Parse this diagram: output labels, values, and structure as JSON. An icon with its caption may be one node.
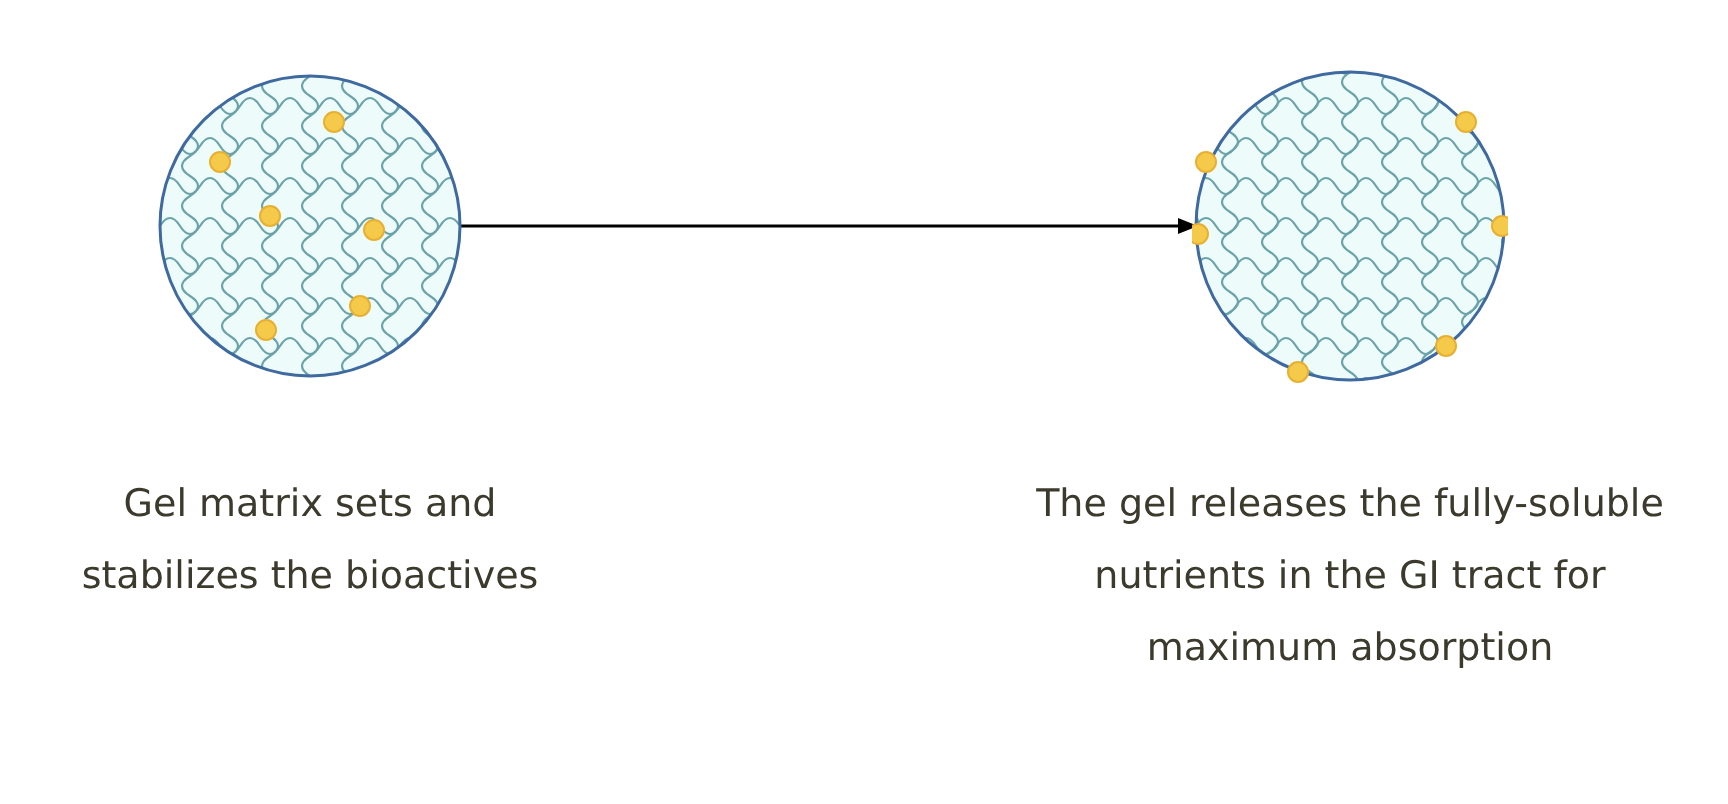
{
  "diagram": {
    "nodes": [
      {
        "text": [],
        "shape": "picture",
        "beside": [
          "Gel matrix sets and stabilizes the bioactives"
        ]
      },
      {
        "text": [],
        "shape": "picture",
        "beside": [
          "The gel releases the fully-soluble nutrients in the GI tract for maximum absorption"
        ]
      }
    ],
    "edges": [
      {
        "from": 0,
        "to": 1,
        "arrow": "to"
      }
    ]
  }
}
